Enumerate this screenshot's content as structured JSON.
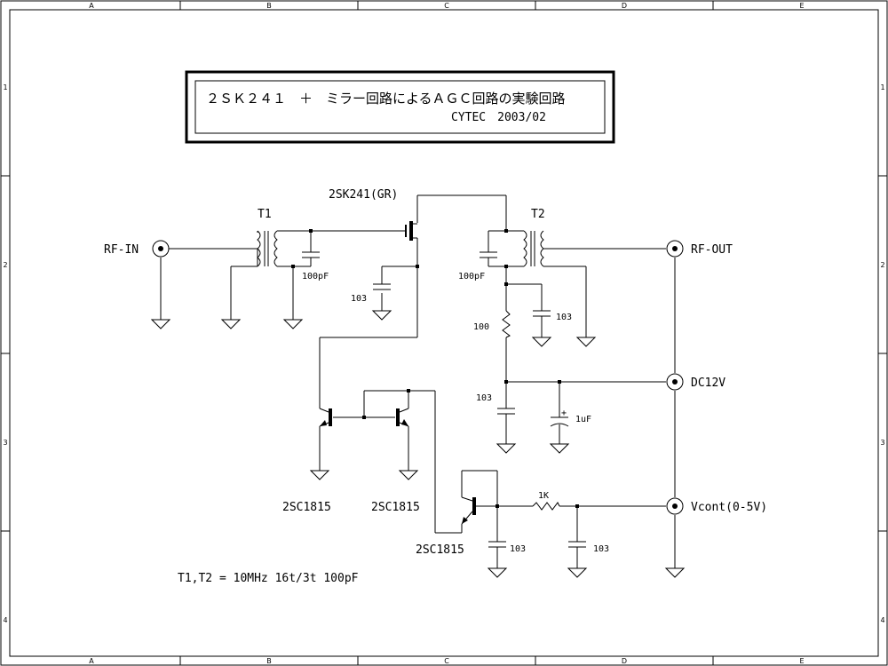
{
  "title": {
    "line1": "２ＳＫ２４１　＋　ミラー回路によるＡＧＣ回路の実験回路",
    "line2": "CYTEC　2003/02"
  },
  "border": {
    "columns": [
      "A",
      "B",
      "C",
      "D",
      "E"
    ],
    "rows": [
      "1",
      "2",
      "3",
      "4"
    ]
  },
  "labels": {
    "rf_in": "RF-IN",
    "rf_out": "RF-OUT",
    "dc12v": "DC12V",
    "vcont": "Vcont(0-5V)",
    "t1": "T1",
    "t2": "T2",
    "fet": "2SK241(GR)",
    "q1": "2SC1815",
    "q2": "2SC1815",
    "q3": "2SC1815",
    "note": "T1,T2 = 10MHz 16t/3t 100pF"
  },
  "values": {
    "c_t1": "100pF",
    "c_t2": "100pF",
    "c_gate": "103",
    "c_drain": "103",
    "r_drain": "100",
    "c_dc": "103",
    "c_elec": "1uF",
    "r_vcont": "1K",
    "c_q3": "103",
    "c_vcont": "103",
    "elec_plus": "+"
  }
}
